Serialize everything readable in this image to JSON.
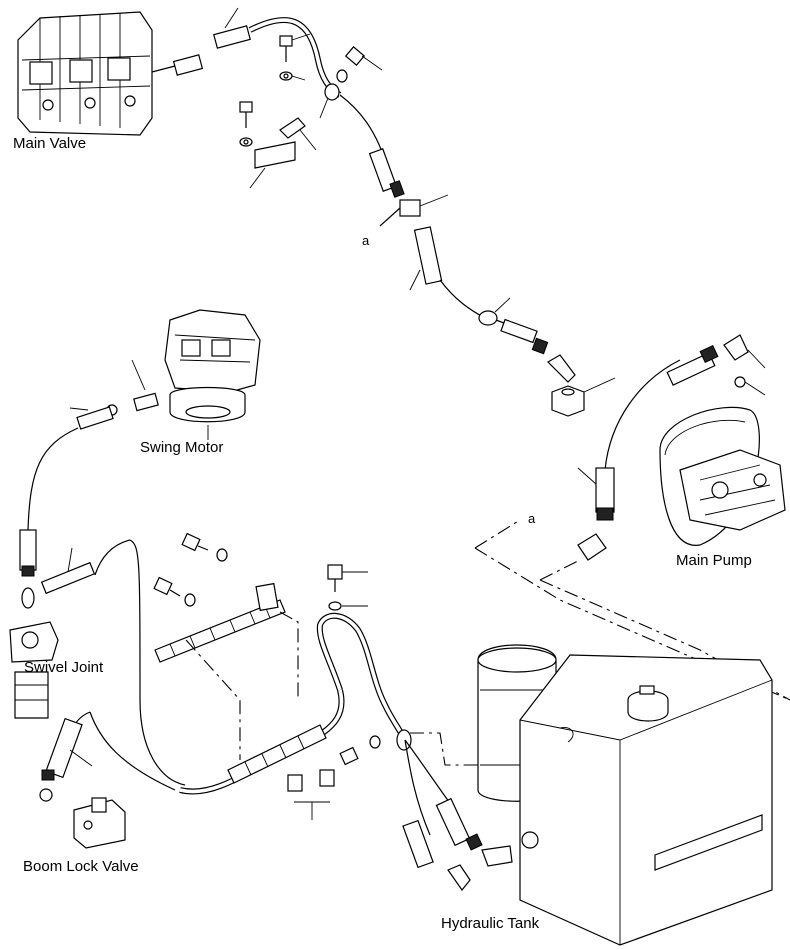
{
  "components": {
    "main_valve": "Main Valve",
    "swing_motor": "Swing Motor",
    "main_pump": "Main Pump",
    "swivel_joint": "Swivel Joint",
    "boom_lock_valve": "Boom Lock Valve",
    "hydraulic_tank": "Hydraulic Tank"
  },
  "connection_marks": {
    "upper": "a",
    "lower": "a"
  }
}
